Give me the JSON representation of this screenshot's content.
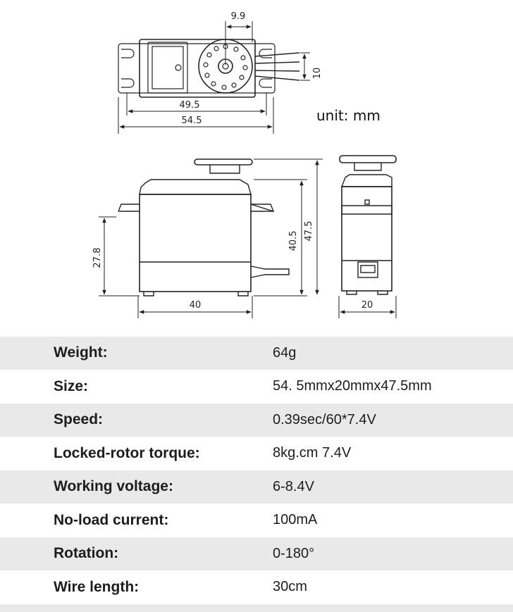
{
  "drawing": {
    "dims": {
      "horn_offset": "9.9",
      "flange_length": "49.5",
      "total_length": "54.5",
      "thickness_side": "10",
      "mount_height": "27.8",
      "body_height": "40.5",
      "total_height": "47.5",
      "body_width": "40",
      "depth": "20"
    },
    "unit_label": "unit: mm"
  },
  "specs": [
    {
      "label": "Weight:",
      "value": "64g"
    },
    {
      "label": "Size:",
      "value": "54. 5mmx20mmx47.5mm"
    },
    {
      "label": "Speed:",
      "value": "0.39sec/60*7.4V"
    },
    {
      "label": "Locked-rotor torque:",
      "value": "8kg.cm 7.4V"
    },
    {
      "label": "Working voltage:",
      "value": "6-8.4V"
    },
    {
      "label": "No-load current:",
      "value": "100mA"
    },
    {
      "label": "Rotation:",
      "value": "0-180°"
    },
    {
      "label": "Wire length:",
      "value": "30cm"
    }
  ]
}
